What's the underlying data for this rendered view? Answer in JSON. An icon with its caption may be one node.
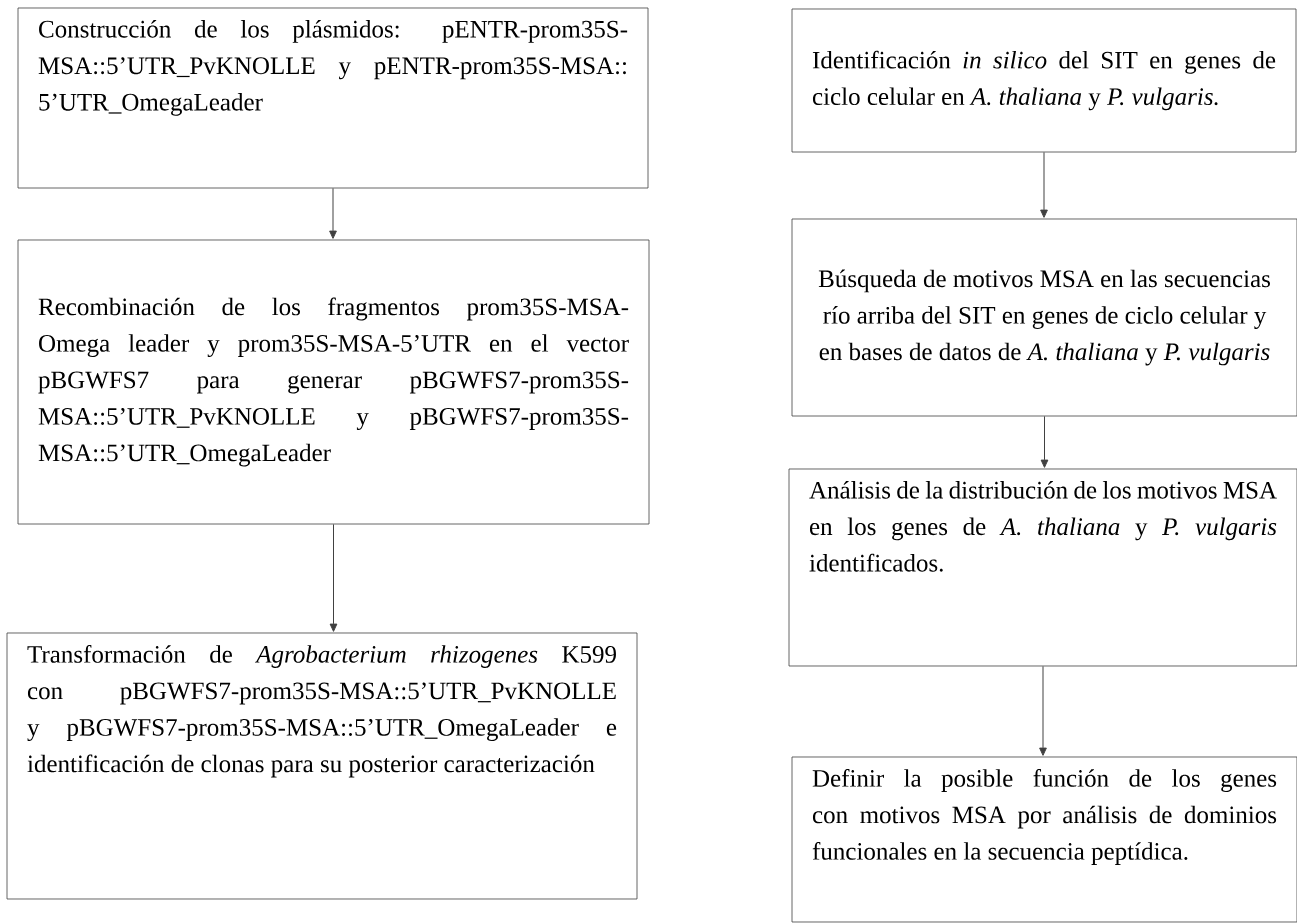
{
  "diagram": {
    "nodes": [
      {
        "text": [
          "Construcción de los plásmidos: pENTR-prom35S-MSA::5’UTR_PvKNOLLE y pENTR-prom35S-MSA:: 5’UTR_OmegaLeader"
        ]
      },
      {
        "text": [
          "Recombinación de los fragmentos prom35S-MSA-Omega leader y prom35S-MSA-5’UTR en el vector pBGWFS7 para generar pBGWFS7-prom35S-MSA::5’UTR_PvKNOLLE y pBGWFS7-prom35S-MSA::5’UTR_OmegaLeader"
        ]
      },
      {
        "text": [
          "Transformación de *Agrobacterium rhizogenes* K599 con pBGWFS7-prom35S-MSA::5’UTR_PvKNOLLE y pBGWFS7-prom35S-MSA::5’UTR_OmegaLeader e identificación de clonas para su posterior caracterización"
        ]
      },
      {
        "text": [
          "Identificación *in silico* del SIT en genes de ciclo celular en *A. thaliana* y *P. vulgaris.*"
        ]
      },
      {
        "text": [
          "Búsqueda de motivos MSA en las secuencias río arriba del SIT en genes de ciclo celular y en bases de datos de *A. thaliana* y *P. vulgaris*"
        ]
      },
      {
        "text": [
          "Análisis de la distribución de los motivos MSA en los genes de *A. thaliana* y *P. vulgaris* identificados."
        ]
      },
      {
        "text": [
          "Definir la posible función de los genes con motivos MSA por análisis de dominios funcionales en la secuencia peptídica."
        ]
      }
    ],
    "edges": [
      {
        "from": 0,
        "to": 1,
        "arrow": "to"
      },
      {
        "from": 1,
        "to": 2,
        "arrow": "to"
      },
      {
        "from": 3,
        "to": 4,
        "arrow": "to"
      },
      {
        "from": 4,
        "to": 5,
        "arrow": "to"
      },
      {
        "from": 5,
        "to": 6,
        "arrow": "to"
      }
    ]
  }
}
